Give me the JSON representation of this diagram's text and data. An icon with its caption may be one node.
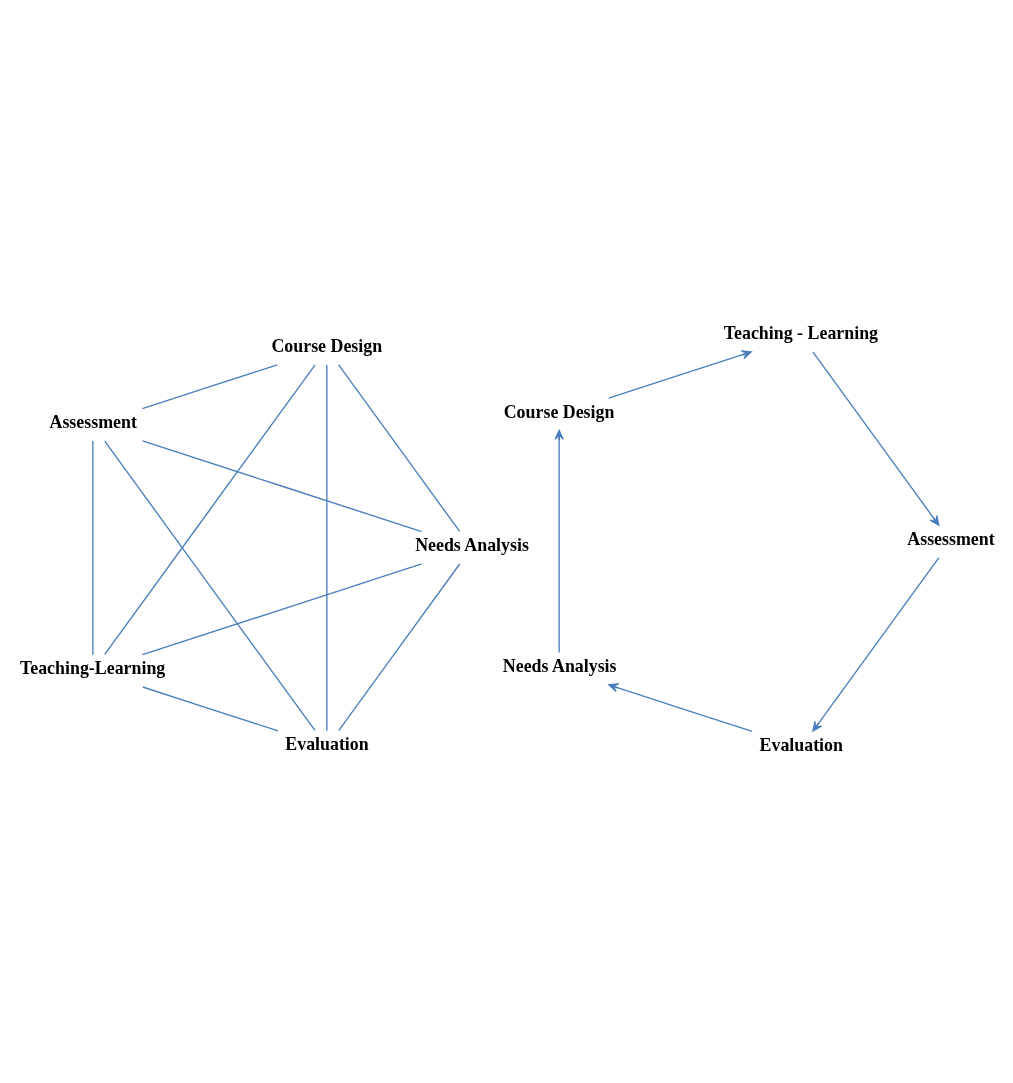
{
  "diagram": {
    "nodes": [
      {
        "text": [
          "Evaluation"
        ]
      },
      {
        "text": [
          "Needs Analysis"
        ]
      },
      {
        "text": [
          "Assessment"
        ]
      },
      {
        "text": [
          "Course Design"
        ]
      },
      {
        "text": [
          "Teaching - Learning"
        ]
      },
      {
        "text": [
          "Evaluation"
        ]
      },
      {
        "text": [
          "Needs Analysis"
        ]
      },
      {
        "text": [
          "Assessment"
        ]
      },
      {
        "text": [
          "Course Design"
        ]
      },
      {
        "text": [
          "Teaching-Learning"
        ]
      }
    ],
    "edges": [
      {
        "from": 0,
        "to": 1,
        "arrow": "to"
      },
      {
        "from": 1,
        "to": 3,
        "arrow": "to"
      },
      {
        "from": 3,
        "to": 4,
        "arrow": "to"
      },
      {
        "from": 4,
        "to": 2,
        "arrow": "to"
      },
      {
        "from": 2,
        "to": 0,
        "arrow": "to"
      },
      {
        "from": 5,
        "to": 6,
        "arrow": "none"
      },
      {
        "from": 6,
        "to": 8,
        "arrow": "none"
      },
      {
        "from": 8,
        "to": 9,
        "arrow": "none"
      },
      {
        "from": 9,
        "to": 7,
        "arrow": "none"
      },
      {
        "from": 7,
        "to": 5,
        "arrow": "none"
      },
      {
        "from": 5,
        "to": 8,
        "arrow": "none"
      },
      {
        "from": 5,
        "to": 9,
        "arrow": "none"
      },
      {
        "from": 6,
        "to": 9,
        "arrow": "none"
      },
      {
        "from": 6,
        "to": 7,
        "arrow": "none"
      },
      {
        "from": 7,
        "to": 8,
        "arrow": "none"
      }
    ]
  }
}
